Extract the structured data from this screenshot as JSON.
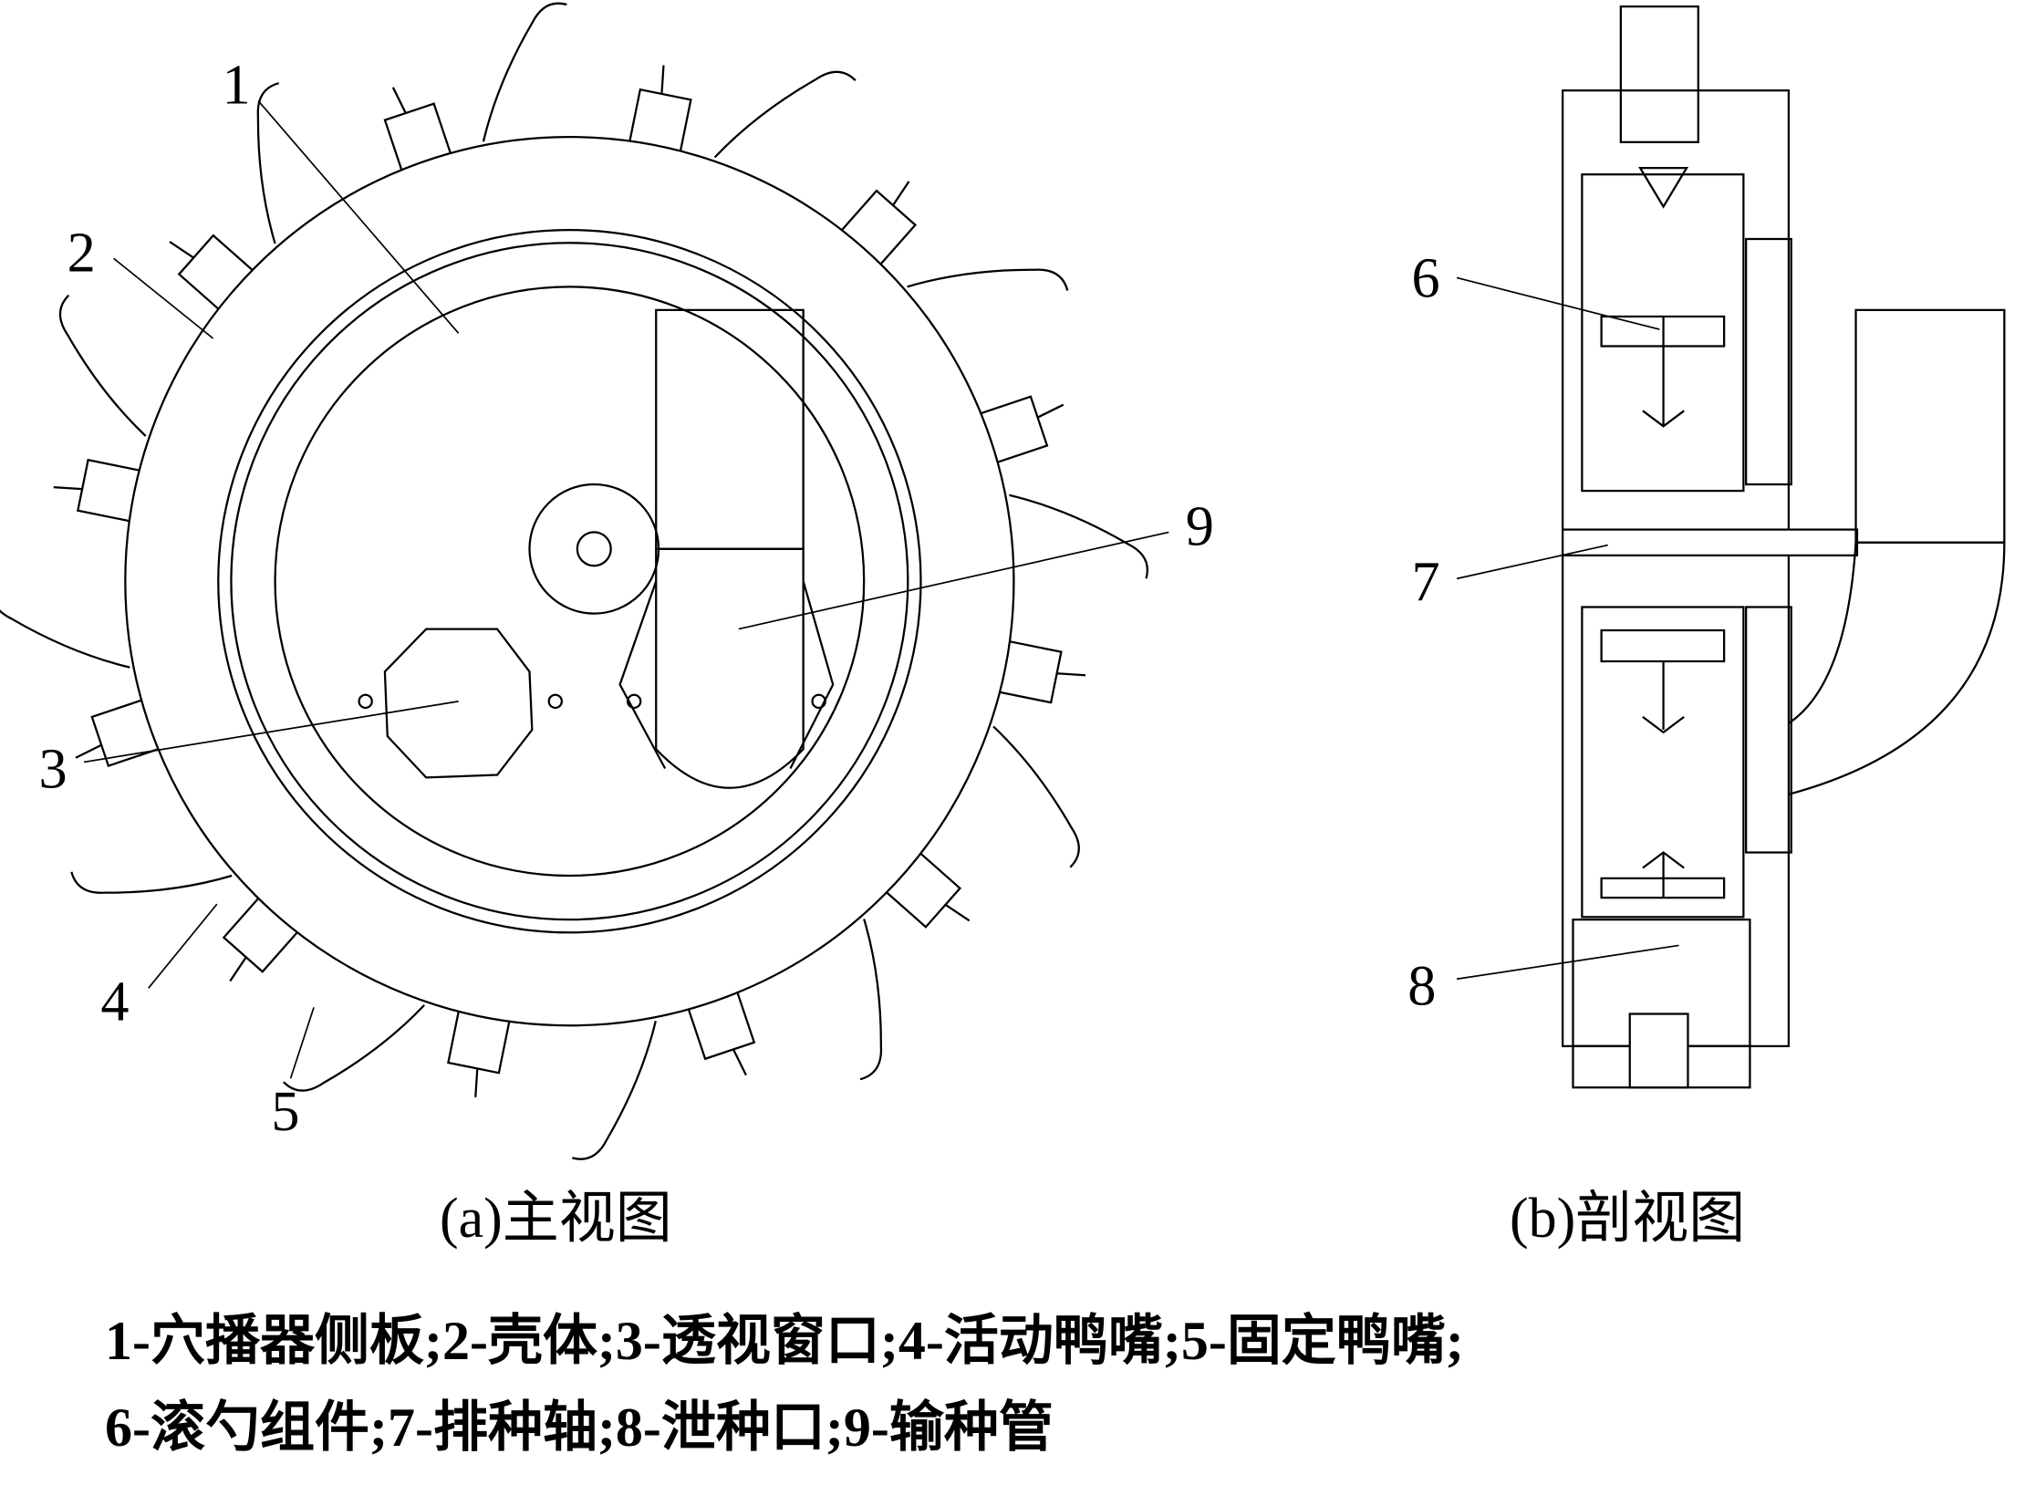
{
  "labels": {
    "n1": "1",
    "n2": "2",
    "n3": "3",
    "n4": "4",
    "n5": "5",
    "n6": "6",
    "n7": "7",
    "n8": "8",
    "n9": "9"
  },
  "captions": {
    "a": "(a)主视图",
    "b": "(b)剖视图"
  },
  "legend": {
    "line1": "1-穴播器侧板;2-壳体;3-透视窗口;4-活动鸭嘴;5-固定鸭嘴;",
    "line2": "6-滚勺组件;7-排种轴;8-泄种口;9-输种管"
  }
}
